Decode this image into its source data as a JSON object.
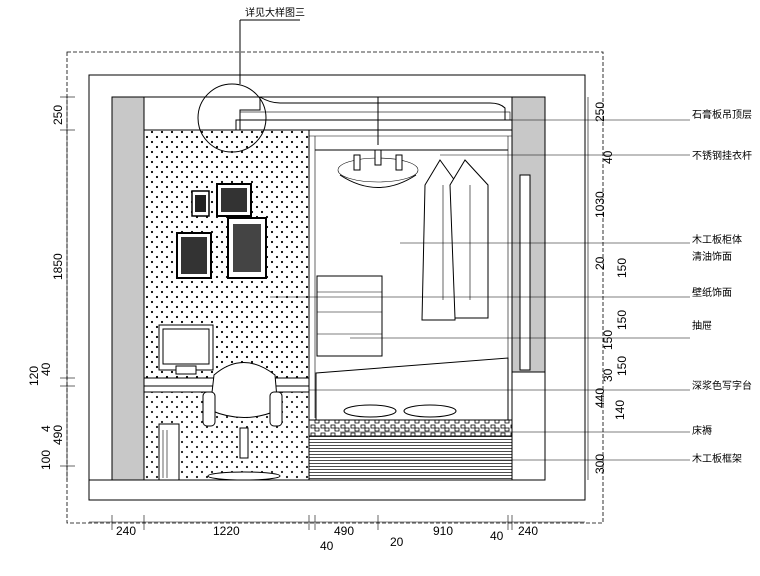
{
  "drawing": {
    "callout_ref": "详见大样图三",
    "labels": {
      "gypsum_ceiling": "石膏板吊顶层",
      "steel_rod": "不锈钢挂衣杆",
      "cabinet_line1": "木工板柜体",
      "cabinet_line2": "清油饰面",
      "wallpaper": "壁纸饰面",
      "drawer": "抽屉",
      "desk": "深浆色写字台",
      "bedding": "床褥",
      "frame": "木工板框架"
    },
    "dims_left": [
      "250",
      "1850",
      "40",
      "120",
      "4",
      "490",
      "100"
    ],
    "dims_right": [
      "250",
      "40",
      "1030",
      "20",
      "150",
      "150",
      "150",
      "150",
      "30",
      "440",
      "140",
      "300"
    ],
    "dims_bottom": [
      "240",
      "1220",
      "490",
      "910",
      "240"
    ],
    "dims_bottom_sub": [
      "40",
      "20",
      "40"
    ]
  },
  "colors": {
    "wall_fill": "#c8c8c8",
    "line": "#000000"
  }
}
